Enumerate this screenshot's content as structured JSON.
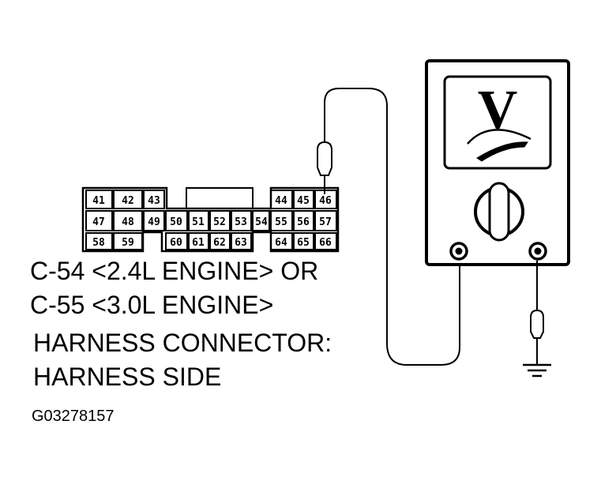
{
  "connector": {
    "pins": [
      "41",
      "42",
      "43",
      "44",
      "45",
      "46",
      "47",
      "48",
      "49",
      "50",
      "51",
      "52",
      "53",
      "54",
      "55",
      "56",
      "57",
      "58",
      "59",
      "60",
      "61",
      "62",
      "63",
      "64",
      "65",
      "66"
    ]
  },
  "meter": {
    "symbol": "V"
  },
  "caption": {
    "line1": "C-54 <2.4L ENGINE> OR",
    "line2": "C-55 <3.0L ENGINE>",
    "line3": "HARNESS CONNECTOR:",
    "line4": "HARNESS SIDE"
  },
  "figure_id": "G03278157"
}
